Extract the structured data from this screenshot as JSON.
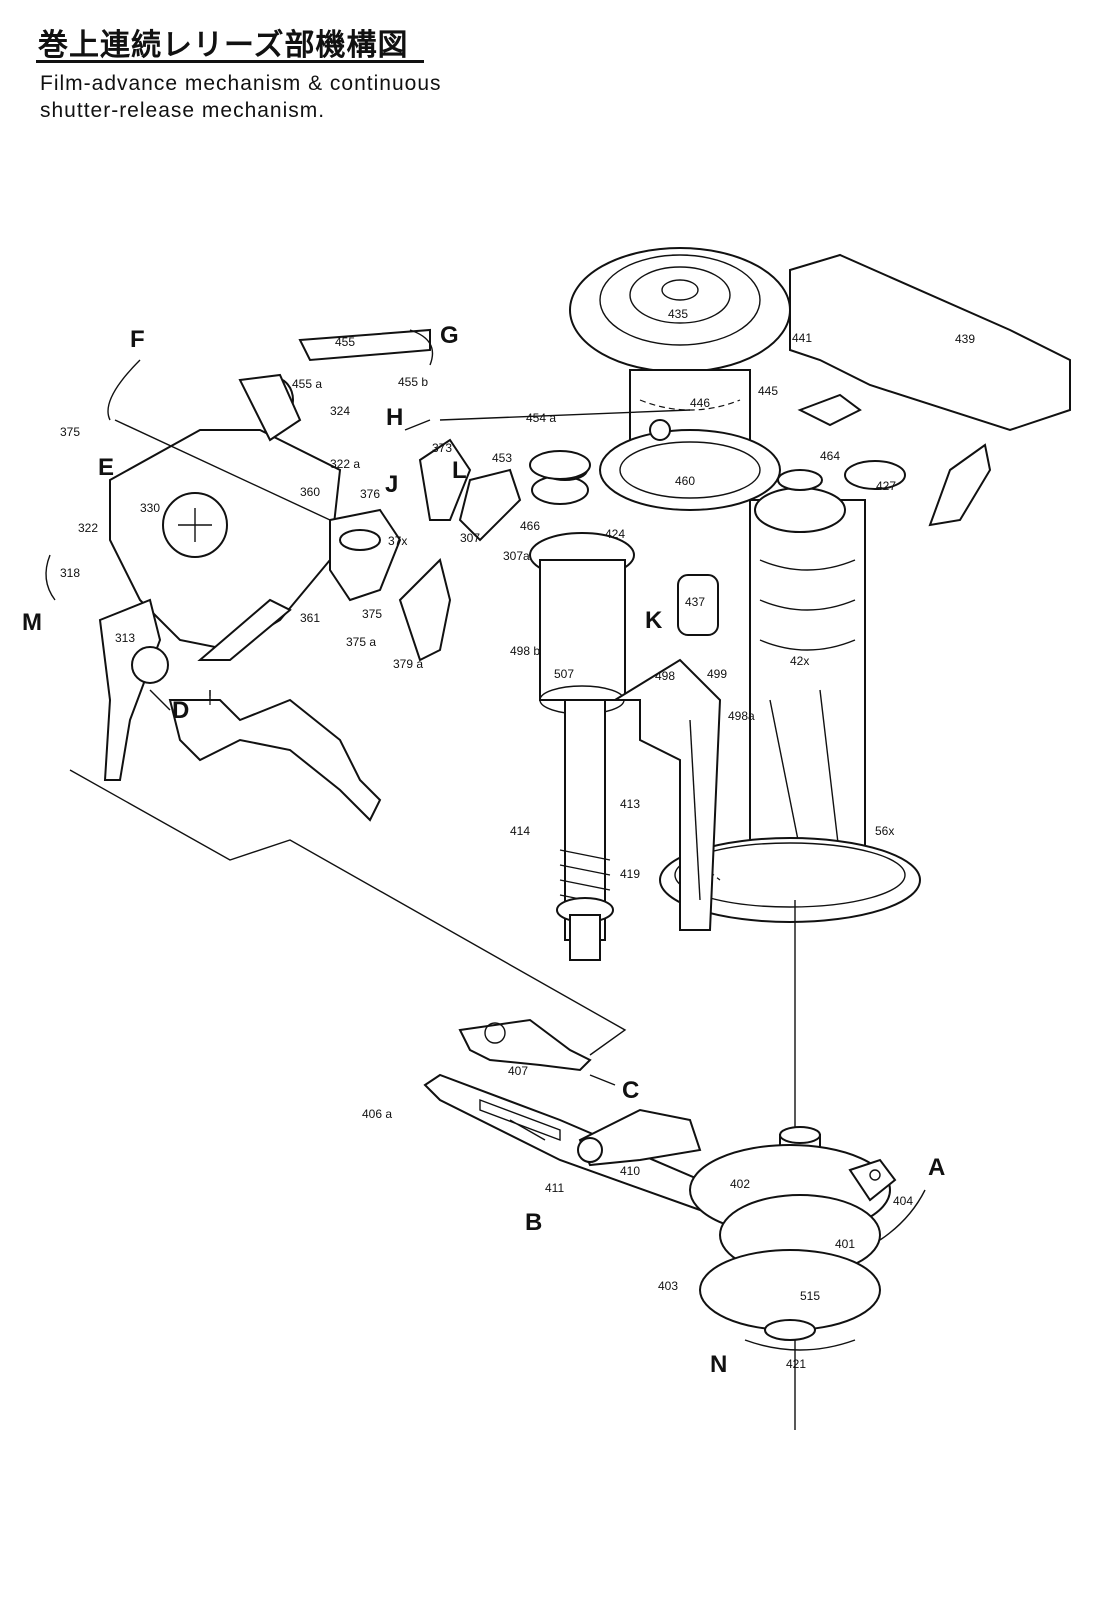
{
  "title": {
    "japanese": "巻上連続レリーズ部機構図",
    "english_line1": "Film-advance mechanism & continuous",
    "english_line2": "shutter-release mechanism."
  },
  "arrow_labels": {
    "A": "A",
    "B": "B",
    "C": "C",
    "D": "D",
    "E": "E",
    "F": "F",
    "G": "G",
    "H": "H",
    "J": "J",
    "K": "K",
    "L": "L",
    "M": "M",
    "N": "N"
  },
  "part_numbers": {
    "p435": "435",
    "p439": "439",
    "p441": "441",
    "p446": "446",
    "p445": "445",
    "p460": "460",
    "p464": "464",
    "p455": "455",
    "p455a": "455 a",
    "p455b": "455 b",
    "p454a": "454 a",
    "p453": "453",
    "p466": "466",
    "p424": "424",
    "p307": "307",
    "p307a": "307a",
    "p437": "437",
    "p498b": "498 b",
    "p507": "507",
    "p498": "498",
    "p499": "499",
    "p498a": "498a",
    "p427": "427",
    "p42x": "42x",
    "p413": "413",
    "p414": "414",
    "p419": "419",
    "p56x": "56x",
    "p375": "375",
    "p324": "324",
    "p322a": "322 a",
    "p360": "360",
    "p330": "330",
    "p322": "322",
    "p318": "318",
    "p313": "313",
    "p373": "373",
    "p376": "376",
    "p37x": "37x",
    "p361": "361",
    "p375b": "375",
    "p375a": "375 a",
    "p379a": "379 a",
    "p407": "407",
    "p406a": "406 a",
    "p411": "411",
    "p410": "410",
    "p402": "402",
    "p404": "404",
    "p401": "401",
    "p403": "403",
    "p515": "515",
    "p421": "421"
  }
}
